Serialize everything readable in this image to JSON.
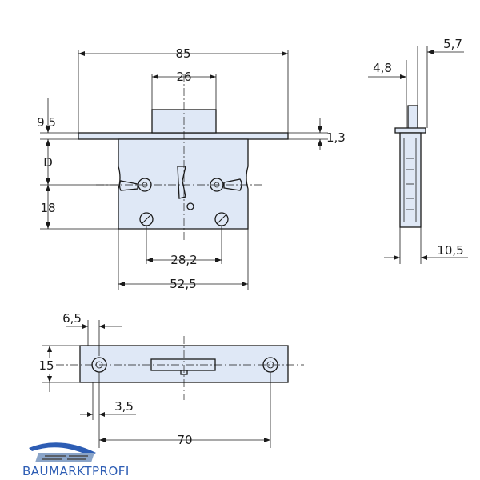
{
  "front_view": {
    "dim_85": "85",
    "dim_26": "26",
    "dim_9_5": "9,5",
    "dim_1_3": "1,3",
    "dim_D": "D",
    "dim_18": "18",
    "dim_28_2": "28,2",
    "dim_52_5": "52,5"
  },
  "side_view": {
    "dim_4_8": "4,8",
    "dim_5_7": "5,7",
    "dim_10_5": "10,5"
  },
  "faceplate_view": {
    "dim_6_5": "6,5",
    "dim_15": "15",
    "dim_3_5": "3,5",
    "dim_70": "70"
  },
  "logo": {
    "text": "BAUMARKTPROFI",
    "colors": [
      "#2d5db4",
      "#8aa4c8"
    ]
  }
}
